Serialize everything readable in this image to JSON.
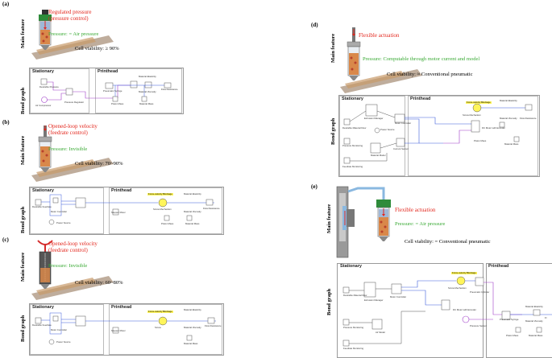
{
  "panels": [
    {
      "id": "a",
      "label": "(a)",
      "main_feature": "Main feature",
      "bond_graph": "Bond graph",
      "control_text": "Regulated pressure\n(pressure control)",
      "pressure_text": "Pressure: = Air pressure",
      "viability": "Cell viability: ≥ 90%",
      "stationary": "Stationary",
      "printhead": "Printhead",
      "blocks": {
        "b1": "Desirable Pressure",
        "b2": "Air Compressor",
        "b3": "Pressure Regulator",
        "b4": "Pneumatic Syringe",
        "b5": "Material Elasticity",
        "b6": "Material Viscosity",
        "b7": "Flow Resistance",
        "b8": "Piston Mass",
        "b9": "Material Mass"
      }
    },
    {
      "id": "b",
      "label": "(b)",
      "main_feature": "Main feature",
      "bond_graph": "Bond graph",
      "control_text": "Opened-loop velocity\n(feedrate control)",
      "pressure_text": "Pressure: Invisible",
      "viability": "Cell viability: 70~90%",
      "stationary": "Stationary",
      "printhead": "Printhead",
      "blocks": {
        "b1": "Desirable Feedrate",
        "b2": "Motor Controller",
        "b3": "Power Source",
        "b4": "Stepper Motor",
        "b5": "Force-velocity Blockage",
        "b6": "Screw Mechanism",
        "b7": "Material Elasticity",
        "b8": "Material Viscosity",
        "b9": "Flow Resistance",
        "b10": "Piston Mass",
        "b11": "Material Mass"
      }
    },
    {
      "id": "c",
      "label": "(c)",
      "main_feature": "Main feature",
      "bond_graph": "Bond graph",
      "control_text": "Opened-loop velocity\n(feedrate control)",
      "pressure_text": "Pressure: Invisible",
      "viability": "Cell viability: 60~80%",
      "stationary": "Stationary",
      "printhead": "Printhead",
      "blocks": {
        "b1": "Desirable Feedrate",
        "b2": "Motor Controller",
        "b3": "Power Source",
        "b4": "Stepper Motor",
        "b5": "Force-velocity Blockage",
        "b6": "Screw",
        "b7": "Material Elasticity",
        "b8": "Material Viscosity",
        "b9": "Flow Resistance",
        "b10": "Material Mass"
      }
    },
    {
      "id": "d",
      "label": "(d)",
      "main_feature": "Main feature",
      "bond_graph": "Bond graph",
      "control_text": "Flexible actuation",
      "pressure_text": "Pressure: Computable through motor current and model",
      "viability": "Cell viability: ≈ Conventional pneumatic",
      "stationary": "Stationary",
      "printhead": "Printhead",
      "blocks": {
        "b1": "Desirable Material Flow",
        "b2": "Extrusion Manager",
        "b3": "Motor Controller",
        "b4": "Power Source",
        "b5": "Pressure Monitoring",
        "b6": "Material Model",
        "b7": "Current Sensor",
        "b8": "Feedrate Monitoring",
        "b9": "Force-velocity Blockage",
        "b10": "Screw Mechanism",
        "b11": "DC Motor with Encoder",
        "b12": "Material Elasticity",
        "b13": "Material Viscosity",
        "b14": "Flow Resistance",
        "b15": "Piston Mass",
        "b16": "Material Mass"
      }
    },
    {
      "id": "e",
      "label": "(e)",
      "main_feature": "Main feature",
      "bond_graph": "Bond graph",
      "control_text": "Flexible actuation",
      "pressure_text": "Pressure: = Air pressure",
      "viability": "Cell viability: = Conventional pneumatic",
      "stationary": "Stationary",
      "printhead": "Printhead",
      "blocks": {
        "b1": "Desirable Material Flow",
        "b2": "Extrusion Manager",
        "b3": "Motor Controller",
        "b4": "Air Model",
        "b5": "Pressure Monitoring",
        "b6": "Feedrate Monitoring",
        "b7": "Force-velocity Blockage",
        "b8": "Screw Mechanism",
        "b9": "Pneumatic Cylinder",
        "b10": "DC Motor with Encoder",
        "b11": "Pressure Sensor",
        "b12": "Pneumatic Syringe",
        "b13": "Material Elasticity",
        "b14": "Material Viscosity",
        "b15": "Piston Mass",
        "b16": "Material Mass",
        "b17": "Fl"
      }
    }
  ],
  "colors": {
    "red": "#e3261c",
    "green": "#3aaa35",
    "highlight": "#fff55a",
    "syringe_green": "#2e8b3a",
    "bioink": "#d9884a",
    "bond_blue": "#3b5bdb",
    "bond_purple": "#a03cc8"
  }
}
